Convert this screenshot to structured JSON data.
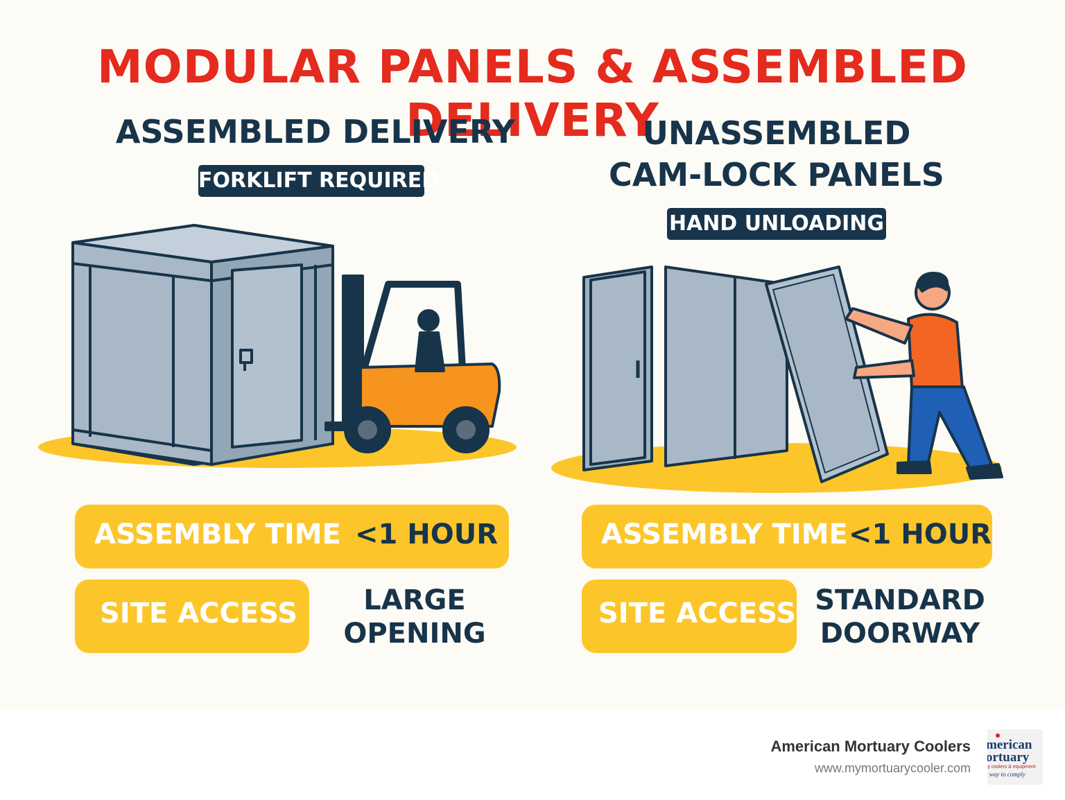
{
  "title": "MODULAR PANELS & ASSEMBLED DELIVERY",
  "left": {
    "heading": "ASSEMBLED DELIVERY",
    "tag": "FORKLIFT REQUIRED",
    "assembly_label": "ASSEMBLY TIME",
    "assembly_value": "<1 HOUR",
    "access_label": "SITE ACCESS",
    "access_value_line1": "LARGE",
    "access_value_line2": "OPENING"
  },
  "right": {
    "heading_line1": "UNASSEMBLED",
    "heading_line2": "CAM-LOCK PANELS",
    "tag": "HAND UNLOADING",
    "assembly_label": "ASSEMBLY TIME",
    "assembly_value": "<1 HOUR",
    "access_label": "SITE ACCESS",
    "access_value_line1": "STANDARD",
    "access_value_line2": "DOORWAY"
  },
  "footer": {
    "brand": "American Mortuary Coolers",
    "url": "www.mymortuarycooler.com",
    "logo_line1": "merican",
    "logo_line2": "ortuary",
    "logo_line3": "ry coolers & equipment",
    "logo_line4": "t way to comply"
  },
  "colors": {
    "title_red": "#e52a1e",
    "navy": "#17344a",
    "yellow": "#fcc62a",
    "panel_gray": "#a8b8c6",
    "forklift_orange": "#f7941d",
    "shirt_orange": "#f26522",
    "jeans_blue": "#1f5fb5"
  },
  "icons": [
    "walk-in-cooler-icon",
    "forklift-icon",
    "panel-stack-icon",
    "worker-icon"
  ]
}
